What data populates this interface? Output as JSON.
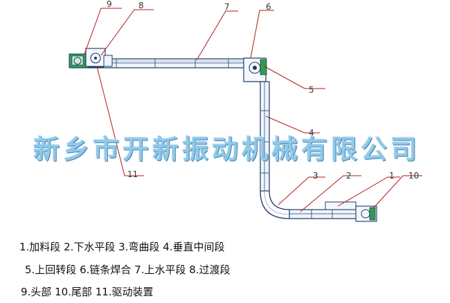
{
  "diagram": {
    "callouts": [
      "9",
      "8",
      "7",
      "6",
      "5",
      "4",
      "11",
      "3",
      "2",
      "1",
      "10"
    ],
    "watermark": "新乡市开新振动机械有限公司",
    "legend": {
      "line1": "1.加料段 2.下水平段 3.弯曲段 4.垂直中间段",
      "line2": "5.上回转段 6.链条焊合 7.上水平段 8.过渡段",
      "line3": "9.头部 10.尾部 11.驱动装置"
    }
  },
  "colors": {
    "leader": "#b01818",
    "conveyor": "#1c3a66",
    "accent_green": "#1f8a3a",
    "watermark": "#8fc9e8"
  }
}
